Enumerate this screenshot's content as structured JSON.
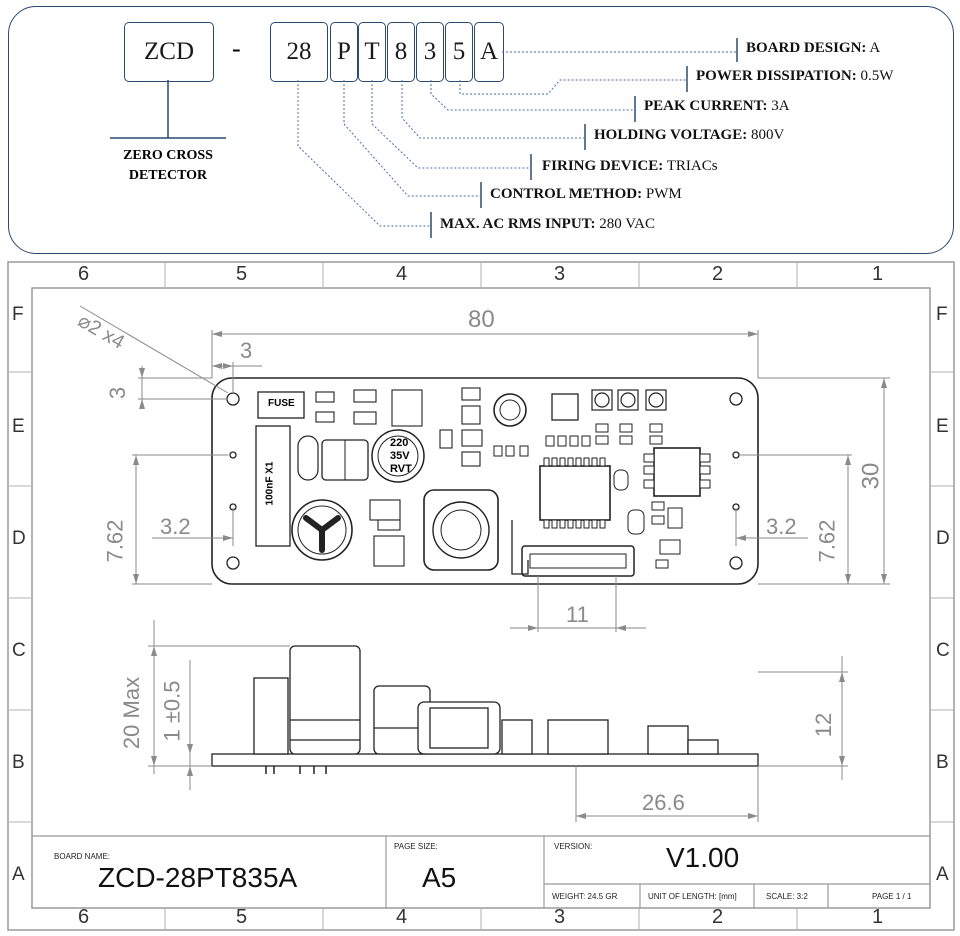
{
  "code": {
    "segments": [
      "ZCD",
      "-",
      "28",
      "P",
      "T",
      "8",
      "3",
      "5",
      "A"
    ],
    "zcd_label_line1": "ZERO CROSS",
    "zcd_label_line2": "DETECTOR"
  },
  "specs": [
    {
      "name": "BOARD DESIGN:",
      "value": "A"
    },
    {
      "name": "POWER DISSIPATION:",
      "value": "0.5W"
    },
    {
      "name": "PEAK CURRENT:",
      "value": "3A"
    },
    {
      "name": "HOLDING VOLTAGE:",
      "value": "800V"
    },
    {
      "name": "FIRING DEVICE:",
      "value": "TRIACs"
    },
    {
      "name": "CONTROL METHOD:",
      "value": "PWM"
    },
    {
      "name": "MAX. AC RMS INPUT:",
      "value": "280 VAC"
    }
  ],
  "frame": {
    "columns": [
      "6",
      "5",
      "4",
      "3",
      "2",
      "1"
    ],
    "rows": [
      "F",
      "E",
      "D",
      "C",
      "B",
      "A"
    ]
  },
  "dimensions": {
    "hole": "⌀2 x4",
    "width": "80",
    "hole_offset_x": "3",
    "hole_offset_y": "3",
    "height": "30",
    "left_762": "7.62",
    "left_32": "3.2",
    "right_32": "3.2",
    "right_762": "7.62",
    "connector": "11",
    "max_height": "20 Max",
    "pcb_thickness": "1 ±0.5",
    "right_height": "12",
    "side_length": "26.6"
  },
  "components": {
    "fuse": "FUSE",
    "cap_film": "100nF X1",
    "cap_elec_1": "220",
    "cap_elec_2": "35V",
    "cap_elec_3": "RVT"
  },
  "title_block": {
    "board_name_label": "BOARD NAME:",
    "board_name": "ZCD-28PT835A",
    "page_size_label": "PAGE SIZE:",
    "page_size": "A5",
    "version_label": "VERSION:",
    "version": "V1.00",
    "weight": "WEIGHT: 24.5 GR",
    "unit": "UNIT OF LENGTH: [mm]",
    "scale": "SCALE: 3:2",
    "page": "PAGE 1 / 1"
  },
  "colors": {
    "panel_border": "#2c4a6e",
    "leader": "#4a6fa5",
    "dimension": "#8a8a8a",
    "frame": "#9a9a9a"
  }
}
